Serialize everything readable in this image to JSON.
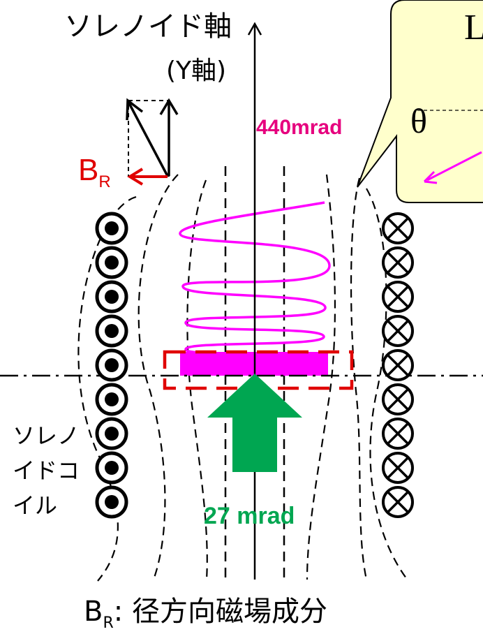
{
  "labels": {
    "axis_title": "ソレノイド軸",
    "axis_subtitle": "(Y軸)",
    "mrad_upper": "440mrad",
    "mrad_lower": "27 mrad",
    "br_symbol": "B",
    "br_subscript": "R",
    "callout_letter": "L",
    "callout_theta": "θ",
    "coil_label_lines": [
      "ソレノ",
      "イドコ",
      "イル"
    ],
    "caption_symbol": "B",
    "caption_subscript": "R",
    "caption_text": ": 径方向磁場成分"
  },
  "coils": {
    "left_symbol": "current-out-of-page",
    "right_symbol": "current-into-page",
    "count_per_side": 9
  },
  "colors": {
    "magenta": "#ff00ff",
    "magenta_text": "#e6007e",
    "red": "#e00000",
    "green": "#00a651",
    "callout_fill": "#ffffcc"
  },
  "icons": {
    "axis_arrow": "arrow-up-icon",
    "br_arrow": "arrow-left-icon",
    "green_arrow": "arrow-up-icon"
  }
}
